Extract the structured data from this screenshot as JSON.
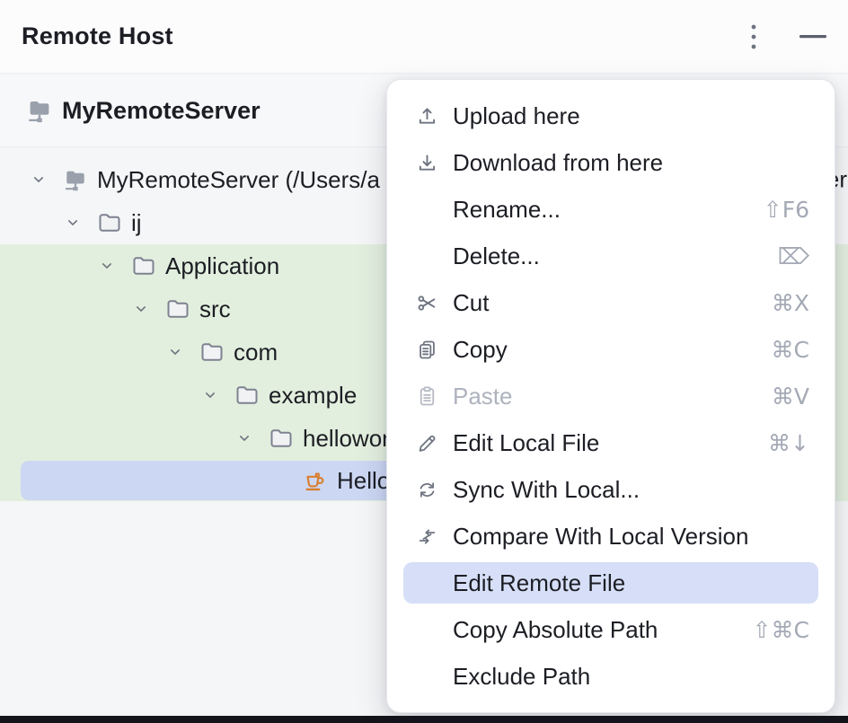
{
  "titlebar": {
    "title": "Remote Host",
    "icons": [
      "kebab-menu-icon",
      "minimize-icon"
    ]
  },
  "server_header": {
    "name": "MyRemoteServer",
    "icon": "remote-server-icon"
  },
  "tree": {
    "rows": [
      {
        "level": 0,
        "chevron": true,
        "icon": "remote-server-icon",
        "label": "MyRemoteServer (/Users/a",
        "tail": "er",
        "bg": "none",
        "selected": false
      },
      {
        "level": 1,
        "chevron": true,
        "icon": "folder-icon",
        "label": "ij",
        "bg": "none",
        "selected": false
      },
      {
        "level": 2,
        "chevron": true,
        "icon": "folder-icon",
        "label": "Application",
        "bg": "green",
        "selected": false
      },
      {
        "level": 3,
        "chevron": true,
        "icon": "folder-icon",
        "label": "src",
        "bg": "green",
        "selected": false
      },
      {
        "level": 4,
        "chevron": true,
        "icon": "folder-icon",
        "label": "com",
        "bg": "green",
        "selected": false
      },
      {
        "level": 5,
        "chevron": true,
        "icon": "folder-icon",
        "label": "example",
        "bg": "green",
        "selected": false
      },
      {
        "level": 6,
        "chevron": true,
        "icon": "folder-icon",
        "label": "hellowor",
        "bg": "green",
        "selected": false
      },
      {
        "level": 7,
        "chevron": false,
        "icon": "java-class-icon",
        "label": "Hello",
        "bg": "green",
        "selected": true
      }
    ]
  },
  "menu": {
    "items": [
      {
        "label": "Upload here",
        "icon": "upload-icon",
        "shortcut": "",
        "disabled": false,
        "highlighted": false
      },
      {
        "label": "Download from here",
        "icon": "download-icon",
        "shortcut": "",
        "disabled": false,
        "highlighted": false
      },
      {
        "label": "Rename...",
        "icon": "",
        "shortcut": "⇧F6",
        "disabled": false,
        "highlighted": false
      },
      {
        "label": "Delete...",
        "icon": "",
        "shortcut": "⌦",
        "disabled": false,
        "highlighted": false
      },
      {
        "label": "Cut",
        "icon": "scissors-icon",
        "shortcut": "⌘X",
        "disabled": false,
        "highlighted": false
      },
      {
        "label": "Copy",
        "icon": "copy-icon",
        "shortcut": "⌘C",
        "disabled": false,
        "highlighted": false
      },
      {
        "label": "Paste",
        "icon": "paste-icon",
        "shortcut": "⌘V",
        "disabled": true,
        "highlighted": false
      },
      {
        "label": "Edit Local File",
        "icon": "pencil-icon",
        "shortcut": "⌘↓",
        "disabled": false,
        "highlighted": false
      },
      {
        "label": "Sync With Local...",
        "icon": "sync-icon",
        "shortcut": "",
        "disabled": false,
        "highlighted": false
      },
      {
        "label": "Compare With Local Version",
        "icon": "compare-icon",
        "shortcut": "",
        "disabled": false,
        "highlighted": false
      },
      {
        "label": "Edit Remote File",
        "icon": "",
        "shortcut": "",
        "disabled": false,
        "highlighted": true
      },
      {
        "label": "Copy Absolute Path",
        "icon": "",
        "shortcut": "⇧⌘C",
        "disabled": false,
        "highlighted": false
      },
      {
        "label": "Exclude Path",
        "icon": "",
        "shortcut": "",
        "disabled": false,
        "highlighted": false
      }
    ]
  },
  "colors": {
    "tree_selection_blue": "#ccd7f3",
    "menu_highlight_blue": "#d6dff7",
    "synced_row_green": "#e3efde",
    "java_icon_orange": "#d87e2e",
    "icon_gray": "#6e7480",
    "shortcut_gray": "#a4a9b5"
  }
}
